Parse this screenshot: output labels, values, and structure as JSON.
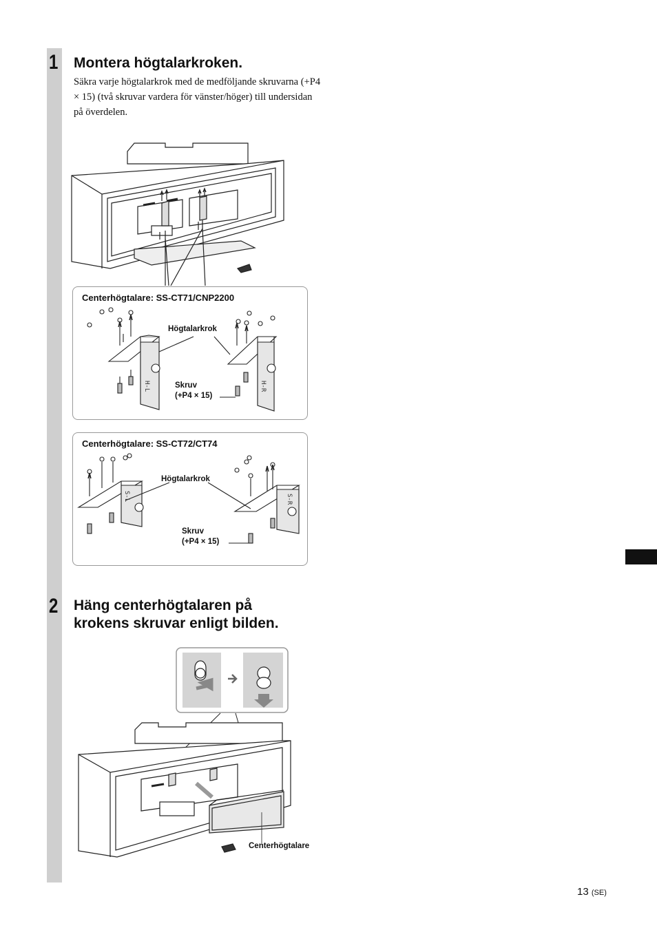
{
  "step1": {
    "number": "1",
    "title": "Montera högtalarkroken.",
    "body": "Säkra varje högtalarkrok med de medföljande skruvarna (+P4 × 15) (två skruvar vardera för vänster/höger) till undersidan på överdelen.",
    "box1": {
      "title": "Centerhögtalare: SS-CT71/CNP2200",
      "hook_label": "Högtalarkrok",
      "screw_label": "Skruv",
      "screw_spec": "(+P4 × 15)",
      "left_marking": "H-L",
      "right_marking": "H-R"
    },
    "box2": {
      "title": "Centerhögtalare: SS-CT72/CT74",
      "hook_label": "Högtalarkrok",
      "screw_label": "Skruv",
      "screw_spec": "(+P4 × 15)",
      "left_marking": "S-L",
      "right_marking": "S-R"
    }
  },
  "step2": {
    "number": "2",
    "title_line1": "Häng centerhögtalaren på",
    "title_line2": "krokens skruvar enligt bilden.",
    "speaker_label": "Centerhögtalare"
  },
  "footer": {
    "page_number": "13",
    "page_suffix": "(SE)"
  }
}
